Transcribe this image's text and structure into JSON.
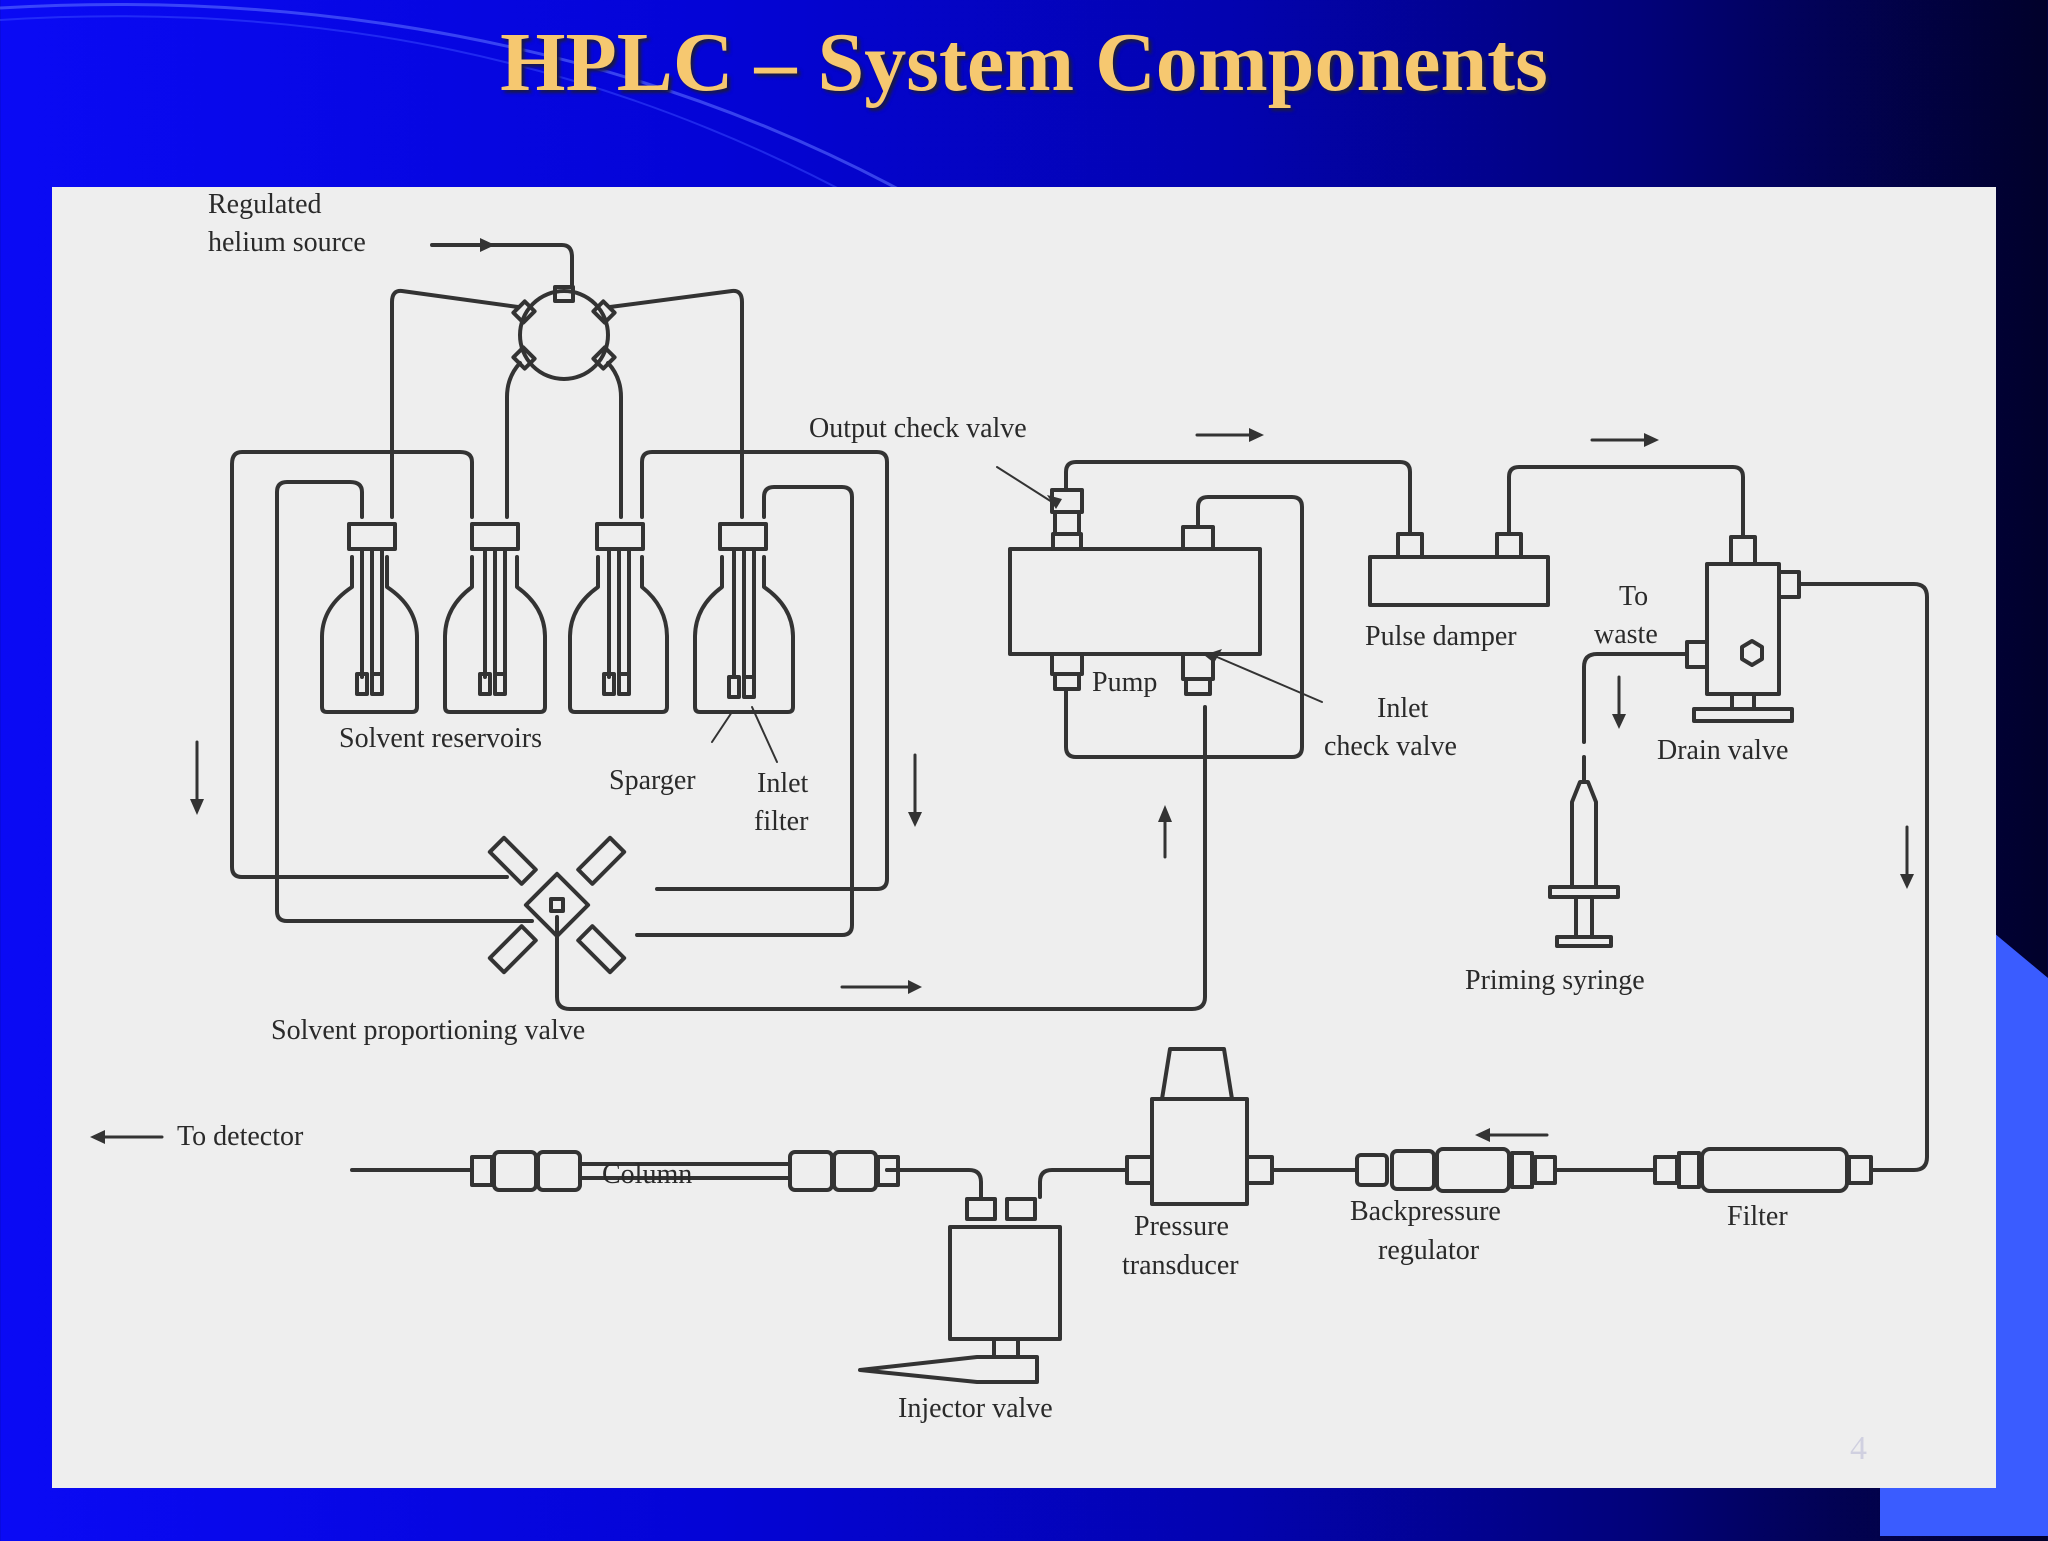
{
  "slide": {
    "title": "HPLC – System Components",
    "page_number": "4"
  },
  "diagram": {
    "labels": {
      "helium_line1": "Regulated",
      "helium_line2": "helium source",
      "output_check_valve": "Output check valve",
      "solvent_reservoirs": "Solvent reservoirs",
      "sparger": "Sparger",
      "inlet_filter_line1": "Inlet",
      "inlet_filter_line2": "filter",
      "pump": "Pump",
      "inlet_check_line1": "Inlet",
      "inlet_check_line2": "check valve",
      "pulse_damper": "Pulse damper",
      "to_waste_line1": "To",
      "to_waste_line2": "waste",
      "drain_valve": "Drain valve",
      "priming_syringe": "Priming syringe",
      "solvent_proportioning_valve": "Solvent proportioning valve",
      "to_detector": "To detector",
      "column": "Column",
      "injector_valve": "Injector valve",
      "pressure_line1": "Pressure",
      "pressure_line2": "transducer",
      "backpressure_line1": "Backpressure",
      "backpressure_line2": "regulator",
      "filter": "Filter"
    }
  },
  "colors": {
    "title": "#f6c870",
    "figure_background": "#eeeeee",
    "line": "#333333",
    "accent_block": "#3a5cff"
  }
}
